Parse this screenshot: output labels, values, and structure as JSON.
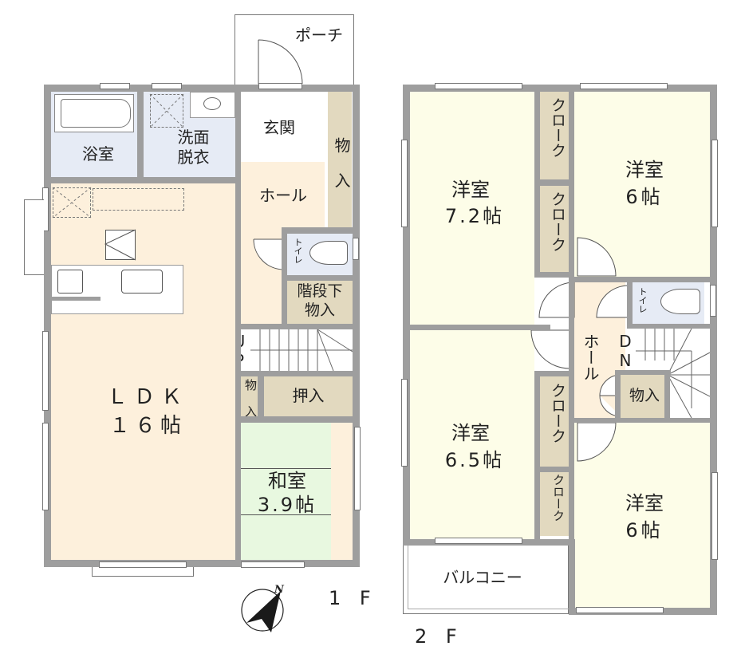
{
  "floor_1": {
    "label": "1 F",
    "rooms": {
      "porch": "ポーチ",
      "bathroom": "浴室",
      "washroom": "洗面\n脱衣",
      "entrance": "玄関",
      "hall": "ホール",
      "storage_entrance": "物\n入",
      "toilet": "トイレ",
      "under_stairs_storage": "階段下\n物入",
      "stairs": "UP",
      "storage_small": "物\n入",
      "closet": "押入",
      "ldk_name": "ＬＤＫ",
      "ldk_size": "１６帖",
      "washitsu_name": "和室",
      "washitsu_size": "3.9帖"
    }
  },
  "floor_2": {
    "label": "2 F",
    "rooms": {
      "western_a_name": "洋室",
      "western_a_size": "7.2帖",
      "western_b_name": "洋室",
      "western_b_size": "6帖",
      "western_c_name": "洋室",
      "western_c_size": "6.5帖",
      "western_d_name": "洋室",
      "western_d_size": "6帖",
      "cloak_1": "クローク",
      "cloak_2": "クローク",
      "cloak_3": "クローク",
      "cloak_4": "クローク",
      "hall": "ホール",
      "stairs": "DN",
      "toilet": "トイレ",
      "storage": "物入",
      "balcony": "バルコニー"
    }
  },
  "compass": {
    "north_label": "N"
  },
  "colors": {
    "wall": "#9e9e9e",
    "ldk_floor": "#fdf0dc",
    "western_floor": "#fdfde8",
    "wet_area": "#e6ebf5",
    "storage": "#e2d9bf",
    "washitsu": "#e8f8e0",
    "white": "#ffffff"
  }
}
